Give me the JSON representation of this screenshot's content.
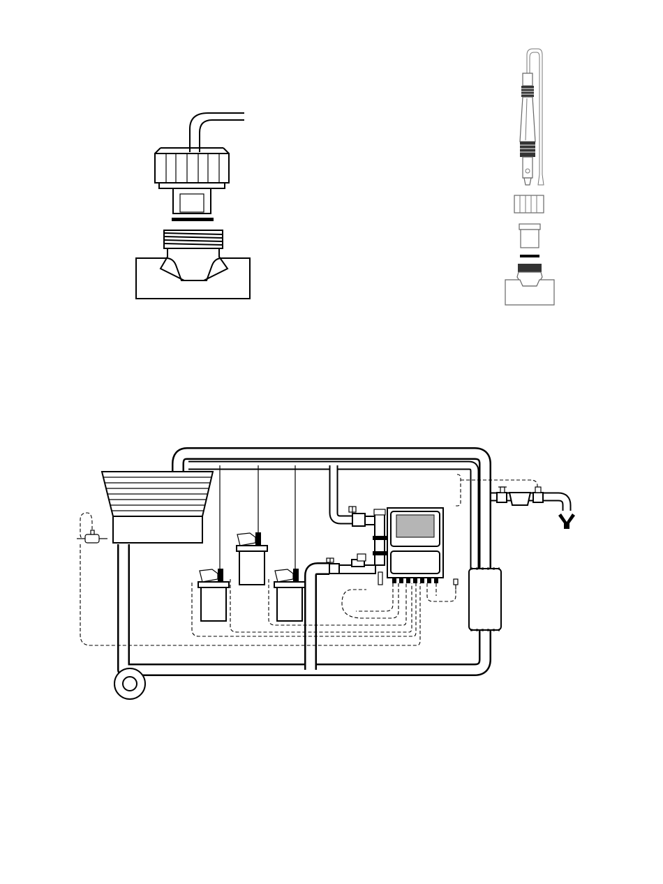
{
  "figures": [
    {
      "id": "probe-fitting-assembly-large"
    },
    {
      "id": "probe-fitting-assembly-small"
    },
    {
      "id": "pool-dosing-installation-schematic"
    }
  ]
}
